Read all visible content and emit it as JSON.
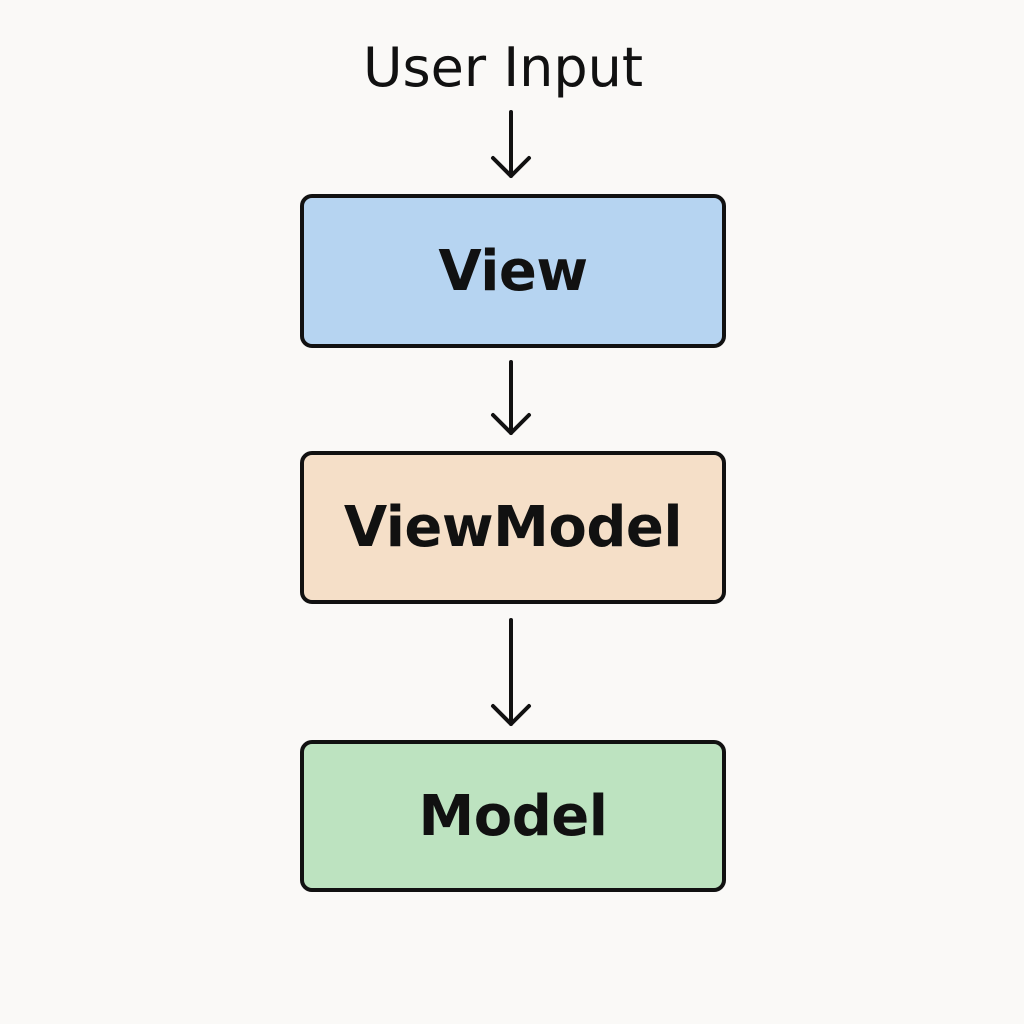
{
  "input_label": "User Input",
  "boxes": [
    {
      "id": "view",
      "label": "View",
      "fill": "#b6d4f1"
    },
    {
      "id": "viewmodel",
      "label": "ViewModel",
      "fill": "#f5dfc8"
    },
    {
      "id": "model",
      "label": "Model",
      "fill": "#bde3c0"
    }
  ],
  "colors": {
    "background": "#faf9f7",
    "stroke": "#111111",
    "text": "#111111"
  },
  "arrows": [
    {
      "from": "user-input",
      "to": "view"
    },
    {
      "from": "view",
      "to": "viewmodel"
    },
    {
      "from": "viewmodel",
      "to": "model"
    }
  ]
}
